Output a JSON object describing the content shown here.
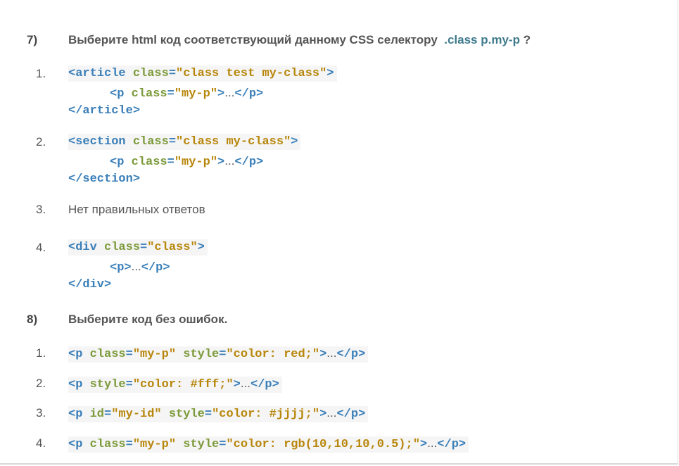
{
  "q7": {
    "number": "7)",
    "text": "Выберите html код соответствующий данному CSS селектору",
    "selector": ".class p.my-p",
    "suffix": "?",
    "options": [
      {
        "num": "1.",
        "l1": [
          "<article",
          " class",
          "=",
          "\"class test my-class\"",
          ">"
        ],
        "l2": [
          "<p",
          " class",
          "=",
          "\"my-p\"",
          ">",
          "...",
          "</p>"
        ],
        "l3": "</article>"
      },
      {
        "num": "2.",
        "l1": [
          "<section",
          " class",
          "=",
          "\"class my-class\"",
          ">"
        ],
        "l2": [
          "<p",
          " class",
          "=",
          "\"my-p\"",
          ">",
          "...",
          "</p>"
        ],
        "l3": "</section>"
      },
      {
        "num": "3.",
        "text": "Нет правильных ответов"
      },
      {
        "num": "4.",
        "l1": [
          "<div",
          " class",
          "=",
          "\"class\"",
          ">"
        ],
        "l2": [
          "<p>",
          "...",
          "</p>"
        ],
        "l3": "</div>"
      }
    ]
  },
  "q8": {
    "number": "8)",
    "text": "Выберите код без ошибок.",
    "options": [
      {
        "num": "1.",
        "parts": [
          "<p",
          " class",
          "=",
          "\"my-p\"",
          " style",
          "=",
          "\"color: red;\"",
          ">",
          "...",
          "</p>"
        ]
      },
      {
        "num": "2.",
        "parts": [
          "<p",
          " style",
          "=",
          "\"color: #fff;\"",
          ">",
          "...",
          "</p>"
        ]
      },
      {
        "num": "3.",
        "parts": [
          "<p",
          " id",
          "=",
          "\"my-id\"",
          " style",
          "=",
          "\"color: #jjjj;\"",
          ">",
          "...",
          "</p>"
        ]
      },
      {
        "num": "4.",
        "parts": [
          "<p",
          " class",
          "=",
          "\"my-p\"",
          " style",
          "=",
          "\"color: rgb(10,10,10,0.5);\"",
          ">",
          "...",
          "</p>"
        ]
      }
    ]
  }
}
